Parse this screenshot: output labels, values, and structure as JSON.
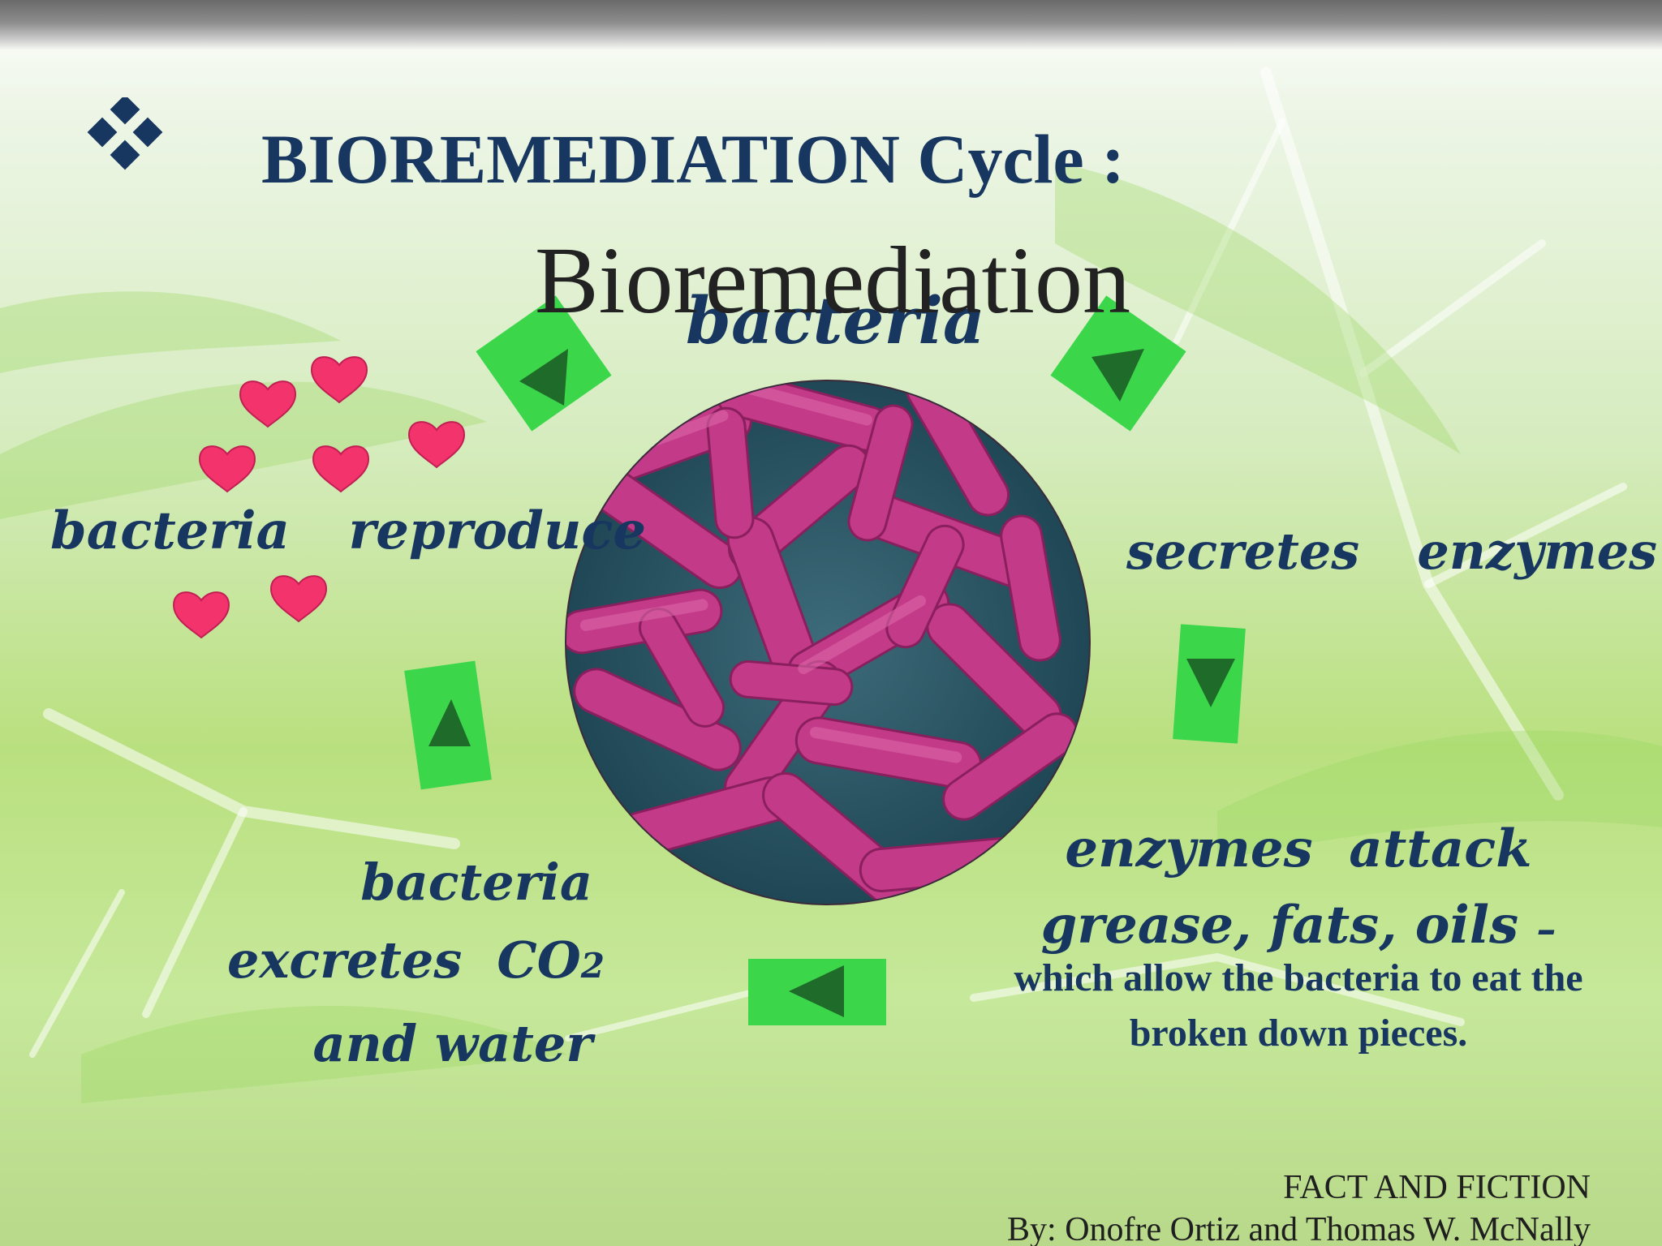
{
  "slide": {
    "title": "BIOREMEDIATION Cycle :",
    "subtitle": "Bioremediation",
    "center_label": "bacteria",
    "steps": {
      "reproduce": "bacteria  reproduce",
      "secretes": "secretes  enzymes",
      "attack": "enzymes  attack grease, fats, oils",
      "attack_dash": "–",
      "attack_detail": "which allow the bacteria to eat the broken down pieces.",
      "excretes_line1": "bacteria",
      "excretes_line2": "excretes  CO",
      "excretes_sub": "2",
      "excretes_line3": "and water"
    },
    "credit_line1": "FACT AND FICTION",
    "credit_line2": "By: Onofre Ortiz and Thomas W. McNally"
  },
  "colors": {
    "title_navy": "#173660",
    "arrow_box_green": "#3bd64a",
    "arrow_triangle": "#1f6b2a",
    "heart_pink": "#f2336c",
    "bacteria_magenta": "#c23a88"
  },
  "icons": {
    "bullet": "diamond-cluster-icon",
    "heart": "heart-icon",
    "arrow": "green-arrow-icon"
  }
}
